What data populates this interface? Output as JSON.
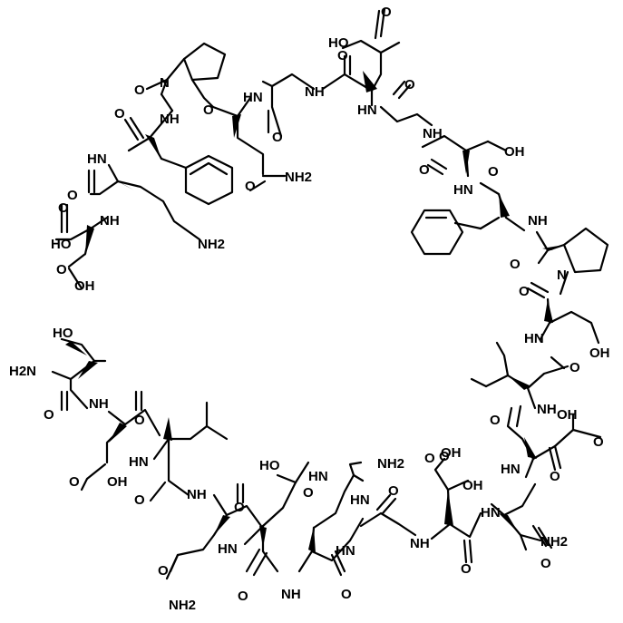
{
  "molecule": {
    "atom_labels": {
      "ho_top": "HO",
      "o_top": "O",
      "o_asp_carbonyl": "O",
      "nh_gly1": "NH",
      "hn_asp": "HN",
      "o_gly2": "O",
      "nh_ser": "NH",
      "oh_ser1": "OH",
      "o_ser1": "O",
      "hn_phe2": "HN",
      "o_phe2": "O",
      "nh_pro2": "NH",
      "o_pro2": "O",
      "n_pro2": "N",
      "o_pro2b": "O",
      "hn_ser2": "HN",
      "oh_ser2": "OH",
      "o_ile": "O",
      "nh_ile": "NH",
      "o_asp3": "O",
      "oh_asp3": "OH",
      "o_asp3b": "O",
      "hn_asn": "HN",
      "o_asn": "O",
      "nh2_asn": "NH2",
      "o_asn2": "O",
      "hn_asp4": "HN",
      "oh_asp4": "OH",
      "o_asp4": "O",
      "hn_asp4b": "HN",
      "o_asp4b": "O",
      "n_pro1": "N",
      "o_pro1": "O",
      "nh_phe1": "NH",
      "o_phe1": "O",
      "hn_lys": "HN",
      "o_lys": "O",
      "nh_asp1": "NH",
      "nh2_lys": "NH2",
      "o_gln1": "O",
      "hn_gln1": "HN",
      "o_gln1b": "O",
      "nh2_gln1": "NH2",
      "o_gly0": "O",
      "nh_gly0": "NH",
      "o_asp1": "O",
      "ho_asp1": "HO",
      "oh_asp1b": "OH",
      "o_asp1c": "O",
      "oh_thr": "HO",
      "h2n_thr": "H2N",
      "o_thr": "O",
      "nh_thr": "NH",
      "o_asp2": "O",
      "oh_asp2": "OH",
      "o_asp2b": "O",
      "hn_leu": "HN",
      "o_leu": "O",
      "nh_leu": "NH",
      "o_gln2": "O",
      "hn_gln2": "HN",
      "o_gln2b": "O",
      "nh2_gln2": "NH2",
      "ho_glu": "HO",
      "o_glu": "O",
      "o_glu2": "O",
      "hn_glu": "HN",
      "nh_arg": "NH",
      "o_arg": "O",
      "hn_imine": "HN",
      "nh2_arg": "NH2",
      "hn_arg": "HN",
      "hn_arg2": "HN",
      "o_gly3": "O",
      "nh_gly3": "NH",
      "o_asp5": "O",
      "oh_asp5": "OH",
      "o_asp5b": "O",
      "nh_asp5": "NH",
      "o_asp5c": "O"
    }
  }
}
